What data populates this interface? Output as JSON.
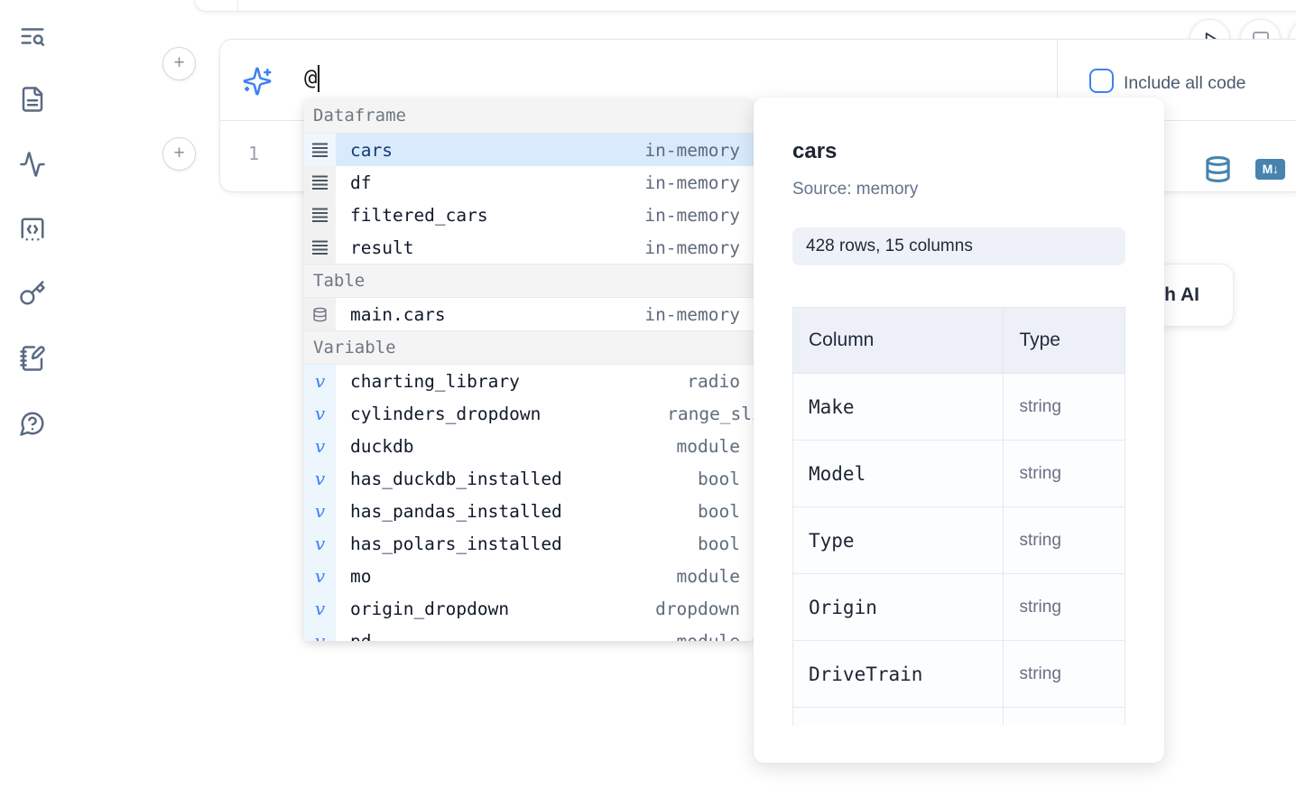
{
  "sidebar": {
    "icons": [
      {
        "name": "file-explorer-search-icon"
      },
      {
        "name": "documentation-icon"
      },
      {
        "name": "variables-activity-icon"
      },
      {
        "name": "snippets-code-icon"
      },
      {
        "name": "secrets-key-icon"
      },
      {
        "name": "scratchpad-notebook-icon"
      },
      {
        "name": "help-chat-icon"
      }
    ]
  },
  "add_cell_buttons": {
    "label": "+"
  },
  "run_controls": {
    "play_icon": "play-outline",
    "stop_icon": "stop-square"
  },
  "ai_panel": {
    "sparkle_icon": "sparkles",
    "input_value": "@",
    "include_all_code_label": "Include all code"
  },
  "editor_cell": {
    "line_number": "1",
    "code_value": "",
    "actions": {
      "database_icon": "database-cylinder",
      "markdown_badge": "M↓"
    }
  },
  "peek_button": {
    "label": "with AI"
  },
  "autocomplete": {
    "sections": [
      {
        "label": "Dataframe",
        "kind": "dataframe",
        "items": [
          {
            "name": "cars",
            "type": "in-memory",
            "selected": true
          },
          {
            "name": "df",
            "type": "in-memory"
          },
          {
            "name": "filtered_cars",
            "type": "in-memory"
          },
          {
            "name": "result",
            "type": "in-memory"
          }
        ]
      },
      {
        "label": "Table",
        "kind": "table",
        "items": [
          {
            "name": "main.cars",
            "type": "in-memory"
          }
        ]
      },
      {
        "label": "Variable",
        "kind": "variable",
        "items": [
          {
            "name": "charting_library",
            "type": "radio"
          },
          {
            "name": "cylinders_dropdown",
            "type": "range_slider",
            "type_overflows": true
          },
          {
            "name": "duckdb",
            "type": "module"
          },
          {
            "name": "has_duckdb_installed",
            "type": "bool"
          },
          {
            "name": "has_pandas_installed",
            "type": "bool"
          },
          {
            "name": "has_polars_installed",
            "type": "bool"
          },
          {
            "name": "mo",
            "type": "module"
          },
          {
            "name": "origin_dropdown",
            "type": "dropdown"
          },
          {
            "name": "pd",
            "type": "module",
            "partial": true
          }
        ]
      }
    ]
  },
  "preview": {
    "title": "cars",
    "source_line": "Source: memory",
    "shape_badge": "428 rows, 15 columns",
    "schema_table": {
      "headers": [
        "Column",
        "Type"
      ],
      "rows": [
        {
          "column": "Make",
          "type": "string"
        },
        {
          "column": "Model",
          "type": "string"
        },
        {
          "column": "Type",
          "type": "string"
        },
        {
          "column": "Origin",
          "type": "string"
        },
        {
          "column": "DriveTrain",
          "type": "string"
        },
        {
          "column": "",
          "type": "",
          "partial": true
        }
      ]
    }
  },
  "colors": {
    "accent_blue": "#3d82f4",
    "steel_blue_icons": "#4684ae",
    "selected_row_bg": "#d8eafc",
    "section_header_bg": "#f4f4f5",
    "badge_bg": "#eef2f8",
    "table_header_bg": "#edf1f7"
  }
}
